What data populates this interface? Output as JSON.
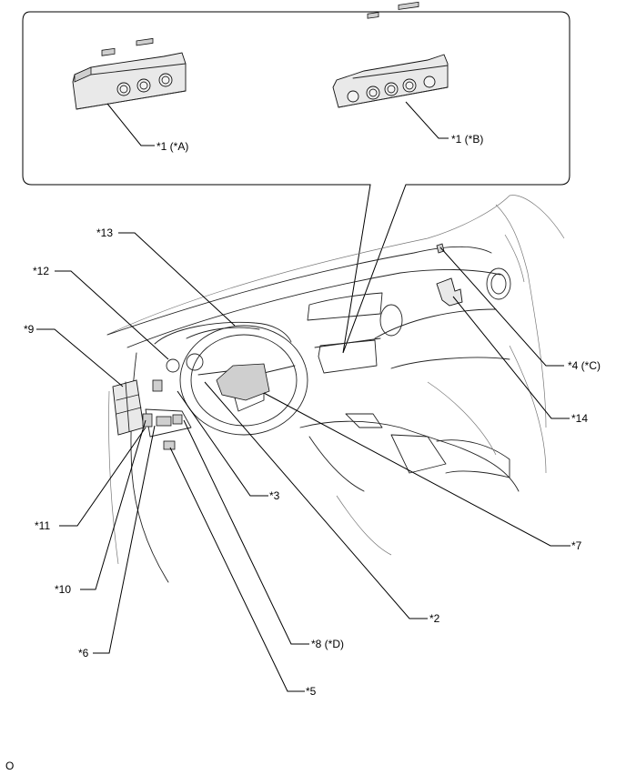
{
  "labels": {
    "l1a": "*1 (*A)",
    "l1b": "*1 (*B)",
    "l2": "*2",
    "l3": "*3",
    "l4": "*4 (*C)",
    "l5": "*5",
    "l6": "*6",
    "l7": "*7",
    "l8": "*8 (*D)",
    "l9": "*9",
    "l10": "*10",
    "l11": "*11",
    "l12": "*12",
    "l13": "*13",
    "l14": "*14"
  },
  "footer_code": "O"
}
